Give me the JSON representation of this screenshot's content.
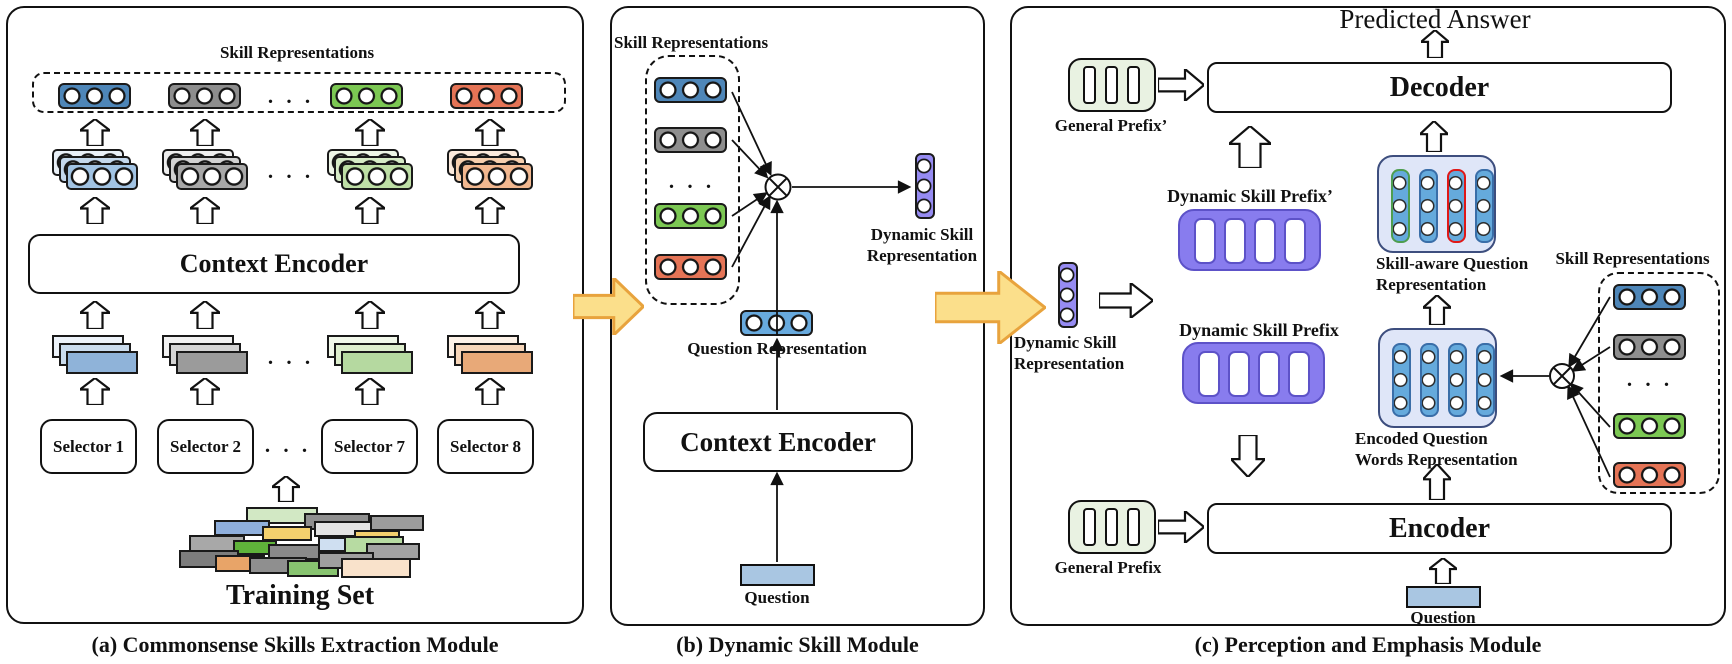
{
  "colors": {
    "skill_blue": "#4e86b8",
    "skill_gray": "#8e8e8e",
    "skill_green": "#7cc853",
    "skill_red": "#e57456",
    "purple_prefix": "#887cee",
    "purple_token": "#968bf2",
    "general_prefix_green": "#e9f2e2",
    "container_blue": "#dfe6f8",
    "question_blue": "#a9c6e2",
    "token_blue": "#65aadc",
    "yellow_arrow_fill": "#fbdf8b",
    "yellow_arrow_border": "#e8a33d"
  },
  "ellipsis": ". . .",
  "panel_a": {
    "caption": "(a) Commonsense Skills Extraction Module",
    "skill_representations": "Skill Representations",
    "context_encoder": "Context Encoder",
    "selectors": [
      "Selector 1",
      "Selector 2",
      "Selector 7",
      "Selector 8"
    ],
    "training_set": "Training Set"
  },
  "panel_b": {
    "caption": "(b) Dynamic Skill Module",
    "skill_representations": "Skill Representations",
    "dynamic_skill_representation": [
      "Dynamic Skill",
      "Representation"
    ],
    "question_representation": "Question Representation",
    "context_encoder": "Context Encoder",
    "question": "Question"
  },
  "panel_c": {
    "caption": "(c) Perception and Emphasis Module",
    "predicted_answer": "Predicted Answer",
    "general_prefix_prime": "General Prefix’",
    "decoder": "Decoder",
    "dynamic_skill_prefix_prime": "Dynamic Skill Prefix’",
    "skill_aware_question": [
      "Skill-aware Question",
      "Representation"
    ],
    "dynamic_skill_representation": [
      "Dynamic Skill",
      "Representation"
    ],
    "dynamic_skill_prefix": "Dynamic Skill Prefix",
    "encoded_question": [
      "Encoded Question",
      "Words Representation"
    ],
    "skill_representations": "Skill Representations",
    "general_prefix": "General Prefix",
    "encoder": "Encoder",
    "question": "Question"
  }
}
